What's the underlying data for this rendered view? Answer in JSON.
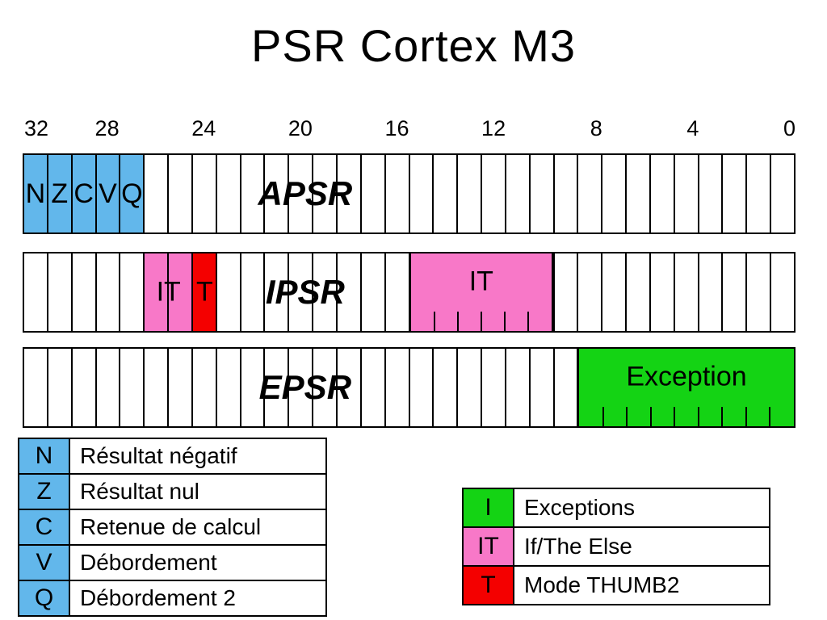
{
  "title": "PSR Cortex M3",
  "bit_scale": {
    "labels": [
      "32",
      "28",
      "24",
      "20",
      "16",
      "12",
      "8",
      "4",
      "0"
    ]
  },
  "colors": {
    "blue": "#62B7EB",
    "pink": "#F878C8",
    "red": "#F40000",
    "green": "#14D314",
    "line": "#000000"
  },
  "registers": [
    {
      "name": "APSR",
      "bit_count": 32,
      "flag_cells": [
        {
          "index": 0,
          "text": "N",
          "color": "blue"
        },
        {
          "index": 1,
          "text": "Z",
          "color": "blue"
        },
        {
          "index": 2,
          "text": "C",
          "color": "blue"
        },
        {
          "index": 3,
          "text": "V",
          "color": "blue"
        },
        {
          "index": 4,
          "text": "Q",
          "color": "blue"
        }
      ],
      "overlays": []
    },
    {
      "name": "IPSR",
      "bit_count": 32,
      "flag_cells": [
        {
          "index": 5,
          "text": "",
          "color": "pink"
        },
        {
          "index": 6,
          "text": "",
          "color": "pink"
        },
        {
          "index": 7,
          "text": "",
          "color": "red"
        }
      ],
      "overlays": [
        {
          "name": "it-bits-label",
          "text": "IT",
          "start": 5,
          "span": 2,
          "style": "mid"
        },
        {
          "name": "t-bit-label",
          "text": "T",
          "start": 7,
          "span": 1,
          "style": "mid"
        },
        {
          "name": "it-field",
          "text": "IT",
          "start": 16,
          "span": 6,
          "color": "pink",
          "style": "top b-l b-r",
          "ticks": true
        }
      ]
    },
    {
      "name": "EPSR",
      "bit_count": 32,
      "flag_cells": [],
      "overlays": [
        {
          "name": "exception-field",
          "text": "Exception",
          "start": 23,
          "span": 9,
          "color": "green",
          "style": "top b-l",
          "ticks": true
        }
      ]
    }
  ],
  "legend_flags": {
    "rows": [
      {
        "key": "N",
        "desc": "Résultat négatif",
        "color": "blue"
      },
      {
        "key": "Z",
        "desc": "Résultat nul",
        "color": "blue"
      },
      {
        "key": "C",
        "desc": "Retenue de calcul",
        "color": "blue"
      },
      {
        "key": "V",
        "desc": "Débordement",
        "color": "blue"
      },
      {
        "key": "Q",
        "desc": "Débordement 2",
        "color": "blue"
      }
    ]
  },
  "legend_fields": {
    "rows": [
      {
        "key": "I",
        "desc": "Exceptions",
        "color": "green"
      },
      {
        "key": "IT",
        "desc": "If/The Else",
        "color": "pink"
      },
      {
        "key": "T",
        "desc": "Mode THUMB2",
        "color": "red"
      }
    ]
  }
}
